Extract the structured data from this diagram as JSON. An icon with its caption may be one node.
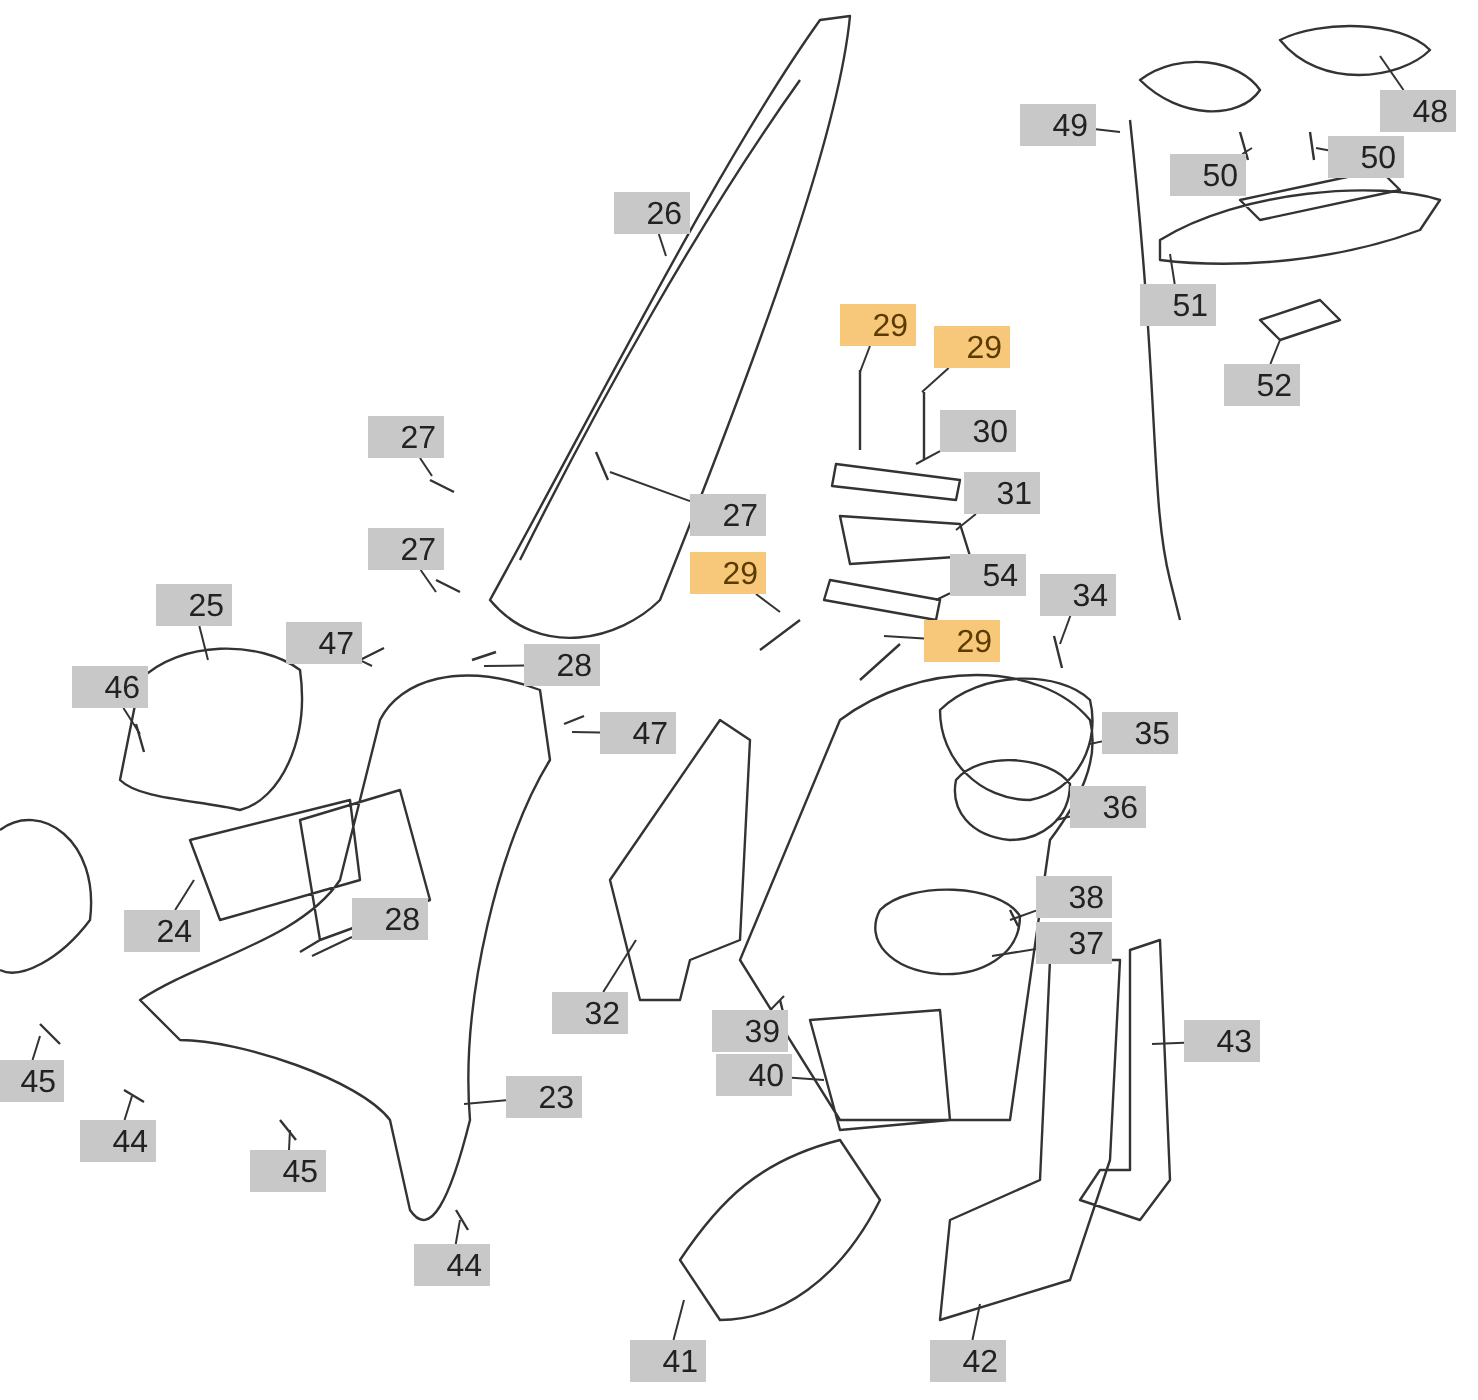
{
  "diagram": {
    "nodes": [
      {
        "text": [
          "48"
        ]
      },
      {
        "text": [
          "49"
        ]
      },
      {
        "text": [
          "50"
        ]
      },
      {
        "text": [
          "50"
        ]
      },
      {
        "text": [
          "26"
        ]
      },
      {
        "text": [
          "51"
        ]
      },
      {
        "text": [
          "29"
        ]
      },
      {
        "text": [
          "29"
        ]
      },
      {
        "text": [
          "52"
        ]
      },
      {
        "text": [
          "30"
        ]
      },
      {
        "text": [
          "27"
        ]
      },
      {
        "text": [
          "31"
        ]
      },
      {
        "text": [
          "27"
        ]
      },
      {
        "text": [
          "27"
        ]
      },
      {
        "text": [
          "29"
        ]
      },
      {
        "text": [
          "54"
        ]
      },
      {
        "text": [
          "29"
        ]
      },
      {
        "text": [
          "34"
        ]
      },
      {
        "text": [
          "25"
        ]
      },
      {
        "text": [
          "47"
        ]
      },
      {
        "text": [
          "28"
        ]
      },
      {
        "text": [
          "46"
        ]
      },
      {
        "text": [
          "47"
        ]
      },
      {
        "text": [
          "35"
        ]
      },
      {
        "text": [
          "36"
        ]
      },
      {
        "text": [
          "38"
        ]
      },
      {
        "text": [
          "24"
        ]
      },
      {
        "text": [
          "28"
        ]
      },
      {
        "text": [
          "37"
        ]
      },
      {
        "text": [
          "32"
        ]
      },
      {
        "text": [
          "39"
        ]
      },
      {
        "text": [
          "40"
        ]
      },
      {
        "text": [
          "43"
        ]
      },
      {
        "text": [
          "45"
        ]
      },
      {
        "text": [
          "44"
        ]
      },
      {
        "text": [
          "45"
        ]
      },
      {
        "text": [
          "23"
        ]
      },
      {
        "text": [
          "44"
        ]
      },
      {
        "text": [
          "41"
        ]
      },
      {
        "text": [
          "42"
        ]
      }
    ],
    "edges": [
      {
        "from": 0,
        "to": null,
        "arrow": "none"
      },
      {
        "from": 1,
        "to": null,
        "arrow": "none"
      },
      {
        "from": 2,
        "to": null,
        "arrow": "none"
      },
      {
        "from": 3,
        "to": null,
        "arrow": "none"
      },
      {
        "from": 4,
        "to": null,
        "arrow": "none"
      },
      {
        "from": 5,
        "to": null,
        "arrow": "none"
      },
      {
        "from": 6,
        "to": null,
        "arrow": "none"
      },
      {
        "from": 7,
        "to": null,
        "arrow": "none"
      },
      {
        "from": 8,
        "to": null,
        "arrow": "none"
      },
      {
        "from": 9,
        "to": null,
        "arrow": "none"
      },
      {
        "from": 10,
        "to": null,
        "arrow": "none"
      },
      {
        "from": 11,
        "to": null,
        "arrow": "none"
      },
      {
        "from": 12,
        "to": null,
        "arrow": "none"
      },
      {
        "from": 13,
        "to": null,
        "arrow": "none"
      },
      {
        "from": 14,
        "to": null,
        "arrow": "none"
      },
      {
        "from": 15,
        "to": null,
        "arrow": "none"
      },
      {
        "from": 16,
        "to": null,
        "arrow": "none"
      },
      {
        "from": 17,
        "to": null,
        "arrow": "none"
      },
      {
        "from": 18,
        "to": null,
        "arrow": "none"
      },
      {
        "from": 19,
        "to": null,
        "arrow": "none"
      },
      {
        "from": 20,
        "to": null,
        "arrow": "none"
      },
      {
        "from": 21,
        "to": null,
        "arrow": "none"
      },
      {
        "from": 22,
        "to": null,
        "arrow": "none"
      },
      {
        "from": 23,
        "to": null,
        "arrow": "none"
      },
      {
        "from": 24,
        "to": null,
        "arrow": "none"
      },
      {
        "from": 25,
        "to": null,
        "arrow": "none"
      },
      {
        "from": 26,
        "to": null,
        "arrow": "none"
      },
      {
        "from": 27,
        "to": null,
        "arrow": "none"
      },
      {
        "from": 28,
        "to": null,
        "arrow": "none"
      },
      {
        "from": 29,
        "to": null,
        "arrow": "none"
      },
      {
        "from": 30,
        "to": null,
        "arrow": "none"
      },
      {
        "from": 31,
        "to": null,
        "arrow": "none"
      },
      {
        "from": 32,
        "to": null,
        "arrow": "none"
      },
      {
        "from": 33,
        "to": null,
        "arrow": "none"
      },
      {
        "from": 34,
        "to": null,
        "arrow": "none"
      },
      {
        "from": 35,
        "to": null,
        "arrow": "none"
      },
      {
        "from": 36,
        "to": null,
        "arrow": "none"
      },
      {
        "from": 37,
        "to": null,
        "arrow": "none"
      },
      {
        "from": 38,
        "to": null,
        "arrow": "none"
      },
      {
        "from": 39,
        "to": null,
        "arrow": "none"
      }
    ]
  }
}
